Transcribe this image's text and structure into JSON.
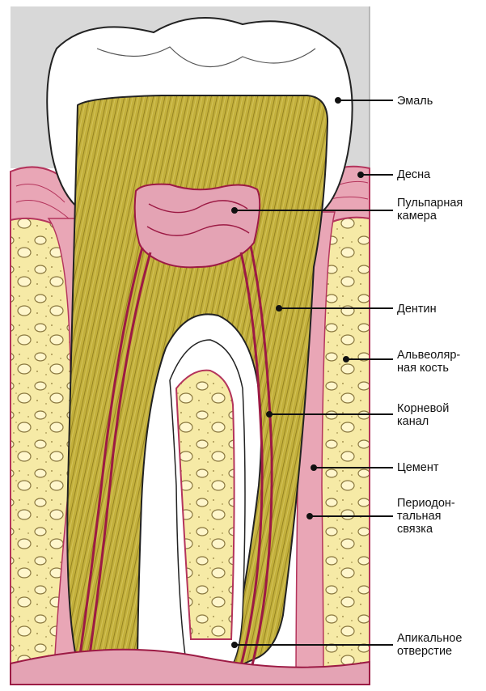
{
  "colors": {
    "background_panel": "#d8d8d8",
    "enamel": "#ffffff",
    "dentin": "#c3b03c",
    "dentin_lines": "#8c7a1c",
    "gum": "#e9a6b6",
    "gum_dark": "#b4345c",
    "bone": "#f6eaa6",
    "bone_spots": "#a59250",
    "pulp": "#e4a3b4",
    "vessel": "#9c1a44",
    "leader": "#111111"
  },
  "labels": [
    {
      "id": "enamel",
      "line1": "Эмаль",
      "line2": ""
    },
    {
      "id": "gum",
      "line1": "Десна",
      "line2": ""
    },
    {
      "id": "pulp-chamber",
      "line1": "Пульпарная",
      "line2": "камера"
    },
    {
      "id": "dentin",
      "line1": "Дентин",
      "line2": ""
    },
    {
      "id": "alveolar-bone",
      "line1": "Альвеоляр-",
      "line2": "ная кость"
    },
    {
      "id": "root-canal",
      "line1": "Корневой",
      "line2": "канал"
    },
    {
      "id": "cementum",
      "line1": "Цемент",
      "line2": ""
    },
    {
      "id": "periodontal-ligament",
      "line1": "Периодон-",
      "line2": "тальная",
      "line3": "связка"
    },
    {
      "id": "apical-foramen",
      "line1": "Апикальное",
      "line2": "отверстие"
    }
  ]
}
